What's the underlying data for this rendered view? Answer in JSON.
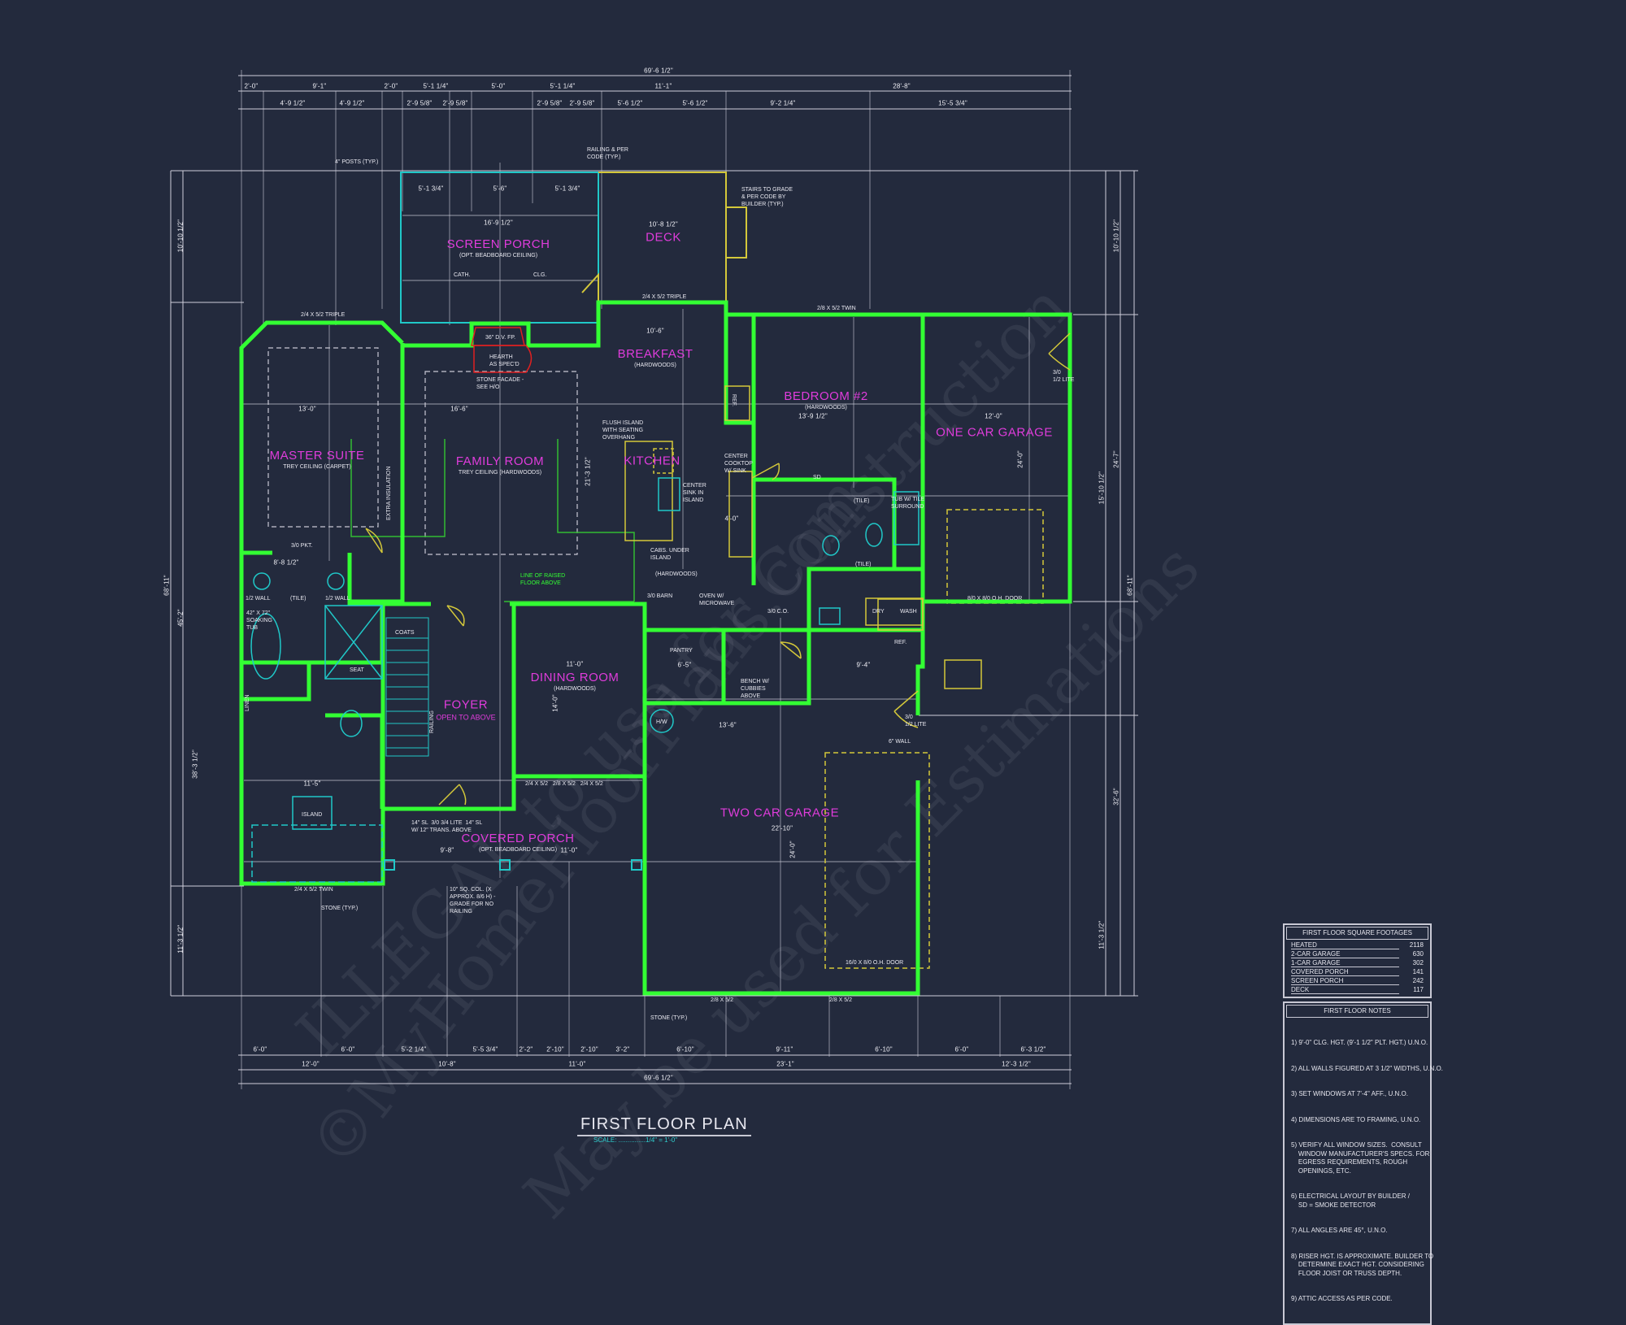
{
  "colors": {
    "background": "#232a3d",
    "walls": "#33ff33",
    "room_labels": "#e03cdc",
    "fixtures": "#d4c83a",
    "plumbing": "#20c8c8",
    "dimensions": "#e8e8f0",
    "fireplace": "#e02020"
  },
  "watermark": [
    "©MyHomeFloorPlans.com",
    "ILLEGAL to use for Construction",
    "May be used for Estimations"
  ],
  "title": "FIRST FLOOR PLAN",
  "scale": "SCALE: ...............1/4\" = 1'-0\"",
  "rooms": [
    {
      "name": "SCREEN PORCH",
      "sub": "(OPT. BEADBOARD CEILING)"
    },
    {
      "name": "DECK",
      "sub": ""
    },
    {
      "name": "BREAKFAST",
      "sub": "(HARDWOODS)"
    },
    {
      "name": "BEDROOM #2",
      "sub": "(HARDWOODS)"
    },
    {
      "name": "ONE CAR GARAGE",
      "sub": ""
    },
    {
      "name": "MASTER SUITE",
      "sub": "TREY CEILING (CARPET)"
    },
    {
      "name": "FAMILY ROOM",
      "sub": "TREY CEILING (HARDWOODS)"
    },
    {
      "name": "KITCHEN",
      "sub": ""
    },
    {
      "name": "FOYER",
      "sub": "OPEN TO ABOVE"
    },
    {
      "name": "DINING ROOM",
      "sub": "(HARDWOODS)"
    },
    {
      "name": "TWO CAR GARAGE",
      "sub": ""
    },
    {
      "name": "COVERED PORCH",
      "sub": "(OPT. BEADBOARD CEILING)"
    }
  ],
  "dims_top": {
    "overall": "69'-6 1/2\"",
    "row2": [
      "2'-0\"",
      "9'-1\"",
      "2'-0\"",
      "5'-1 1/4\"",
      "5'-0\"",
      "5'-1 1/4\"",
      "11'-1\"",
      "28'-8\""
    ],
    "row3": [
      "4'-9 1/2\"",
      "4'-9 1/2\"",
      "2'-9 5/8\"",
      "2'-9 5/8\"",
      "2'-9 5/8\"",
      "2'-9 5/8\"",
      "5'-6 1/2\"",
      "5'-6 1/2\"",
      "9'-2 1/4\"",
      "15'-5 3/4\""
    ]
  },
  "dims_bottom": {
    "row1": [
      "6'-0\"",
      "6'-0\"",
      "5'-2 1/4\"",
      "5'-5 3/4\"",
      "2'-2\"",
      "2'-10\"",
      "2'-10\"",
      "3'-2\"",
      "6'-10\"",
      "9'-11\"",
      "6'-10\"",
      "6'-0\"",
      "6'-3 1/2\""
    ],
    "row2": [
      "12'-0\"",
      "10'-8\"",
      "11'-0\"",
      "23'-1\"",
      "12'-3 1/2\""
    ],
    "overall": "69'-6 1/2\""
  },
  "dims_left": [
    "10'-10 1/2\"",
    "68'-11\"",
    "45'-2\"",
    "38'-3 1/2\"",
    "11'-3 1/2\""
  ],
  "dims_right": [
    "10'-10 1/2\"",
    "68'-11\"",
    "24'-7\"",
    "15'-10 1/2\"",
    "32'-6\"",
    "11'-3 1/2\""
  ],
  "dims_interior": [
    "16'-9 1/2\"",
    "5'-1 3/4\"",
    "5'-6\"",
    "5'-1 3/4\"",
    "10'-8 1/2\"",
    "10'-6\"",
    "13'-0\"",
    "16'-6\"",
    "13'-9 1/2\"",
    "12'-0\"",
    "24'-0\"",
    "11'-0\"",
    "14'-0\"",
    "22'-10\"",
    "24'-0\"",
    "13'-6\"",
    "9'-8\"",
    "11'-0\"",
    "21'-3 1/2\"",
    "8'-8 1/2\"",
    "11'-5\"",
    "9'-4\"",
    "6'-5\"",
    "4'-0\""
  ],
  "notes": [
    "36\" D.V. FP.",
    "HEARTH\nAS SPEC'D",
    "STONE FACADE -\nSEE H/O",
    "FLUSH ISLAND\nWITH SEATING\nOVERHANG",
    "CENTER\nSINK IN\nISLAND",
    "CENTER\nCOOKTOP\nW/ SINK",
    "CABS. UNDER\nISLAND",
    "(HARDWOODS)",
    "LINE OF RAISED\nFLOOR ABOVE",
    "EXTRA INSULATION",
    "STAIRS TO GRADE\n& PER CODE BY\nBUILDER (TYP.)",
    "RAILING & PER\nCODE (TYP.)",
    "4\" POSTS (TYP.)",
    "2/4 X 5/2 TRIPLE",
    "2/4 X 5/2 TRIPLE",
    "2/8 X 5/2 TWIN",
    "3/0\n1/2 LITE",
    "(TILE)",
    "TUB W/ TILE\nSURROUND",
    "REF.",
    "DRY",
    "WASH",
    "PANTRY",
    "OVEN W/\nMICROWAVE",
    "BENCH W/\nCUBBIES\nABOVE",
    "3/0 BARN",
    "3/0 C.O.",
    "H/W",
    "6\" WALL",
    "16/0 X 8/0 O.H. DOOR",
    "8/0 X 8/0 O.H. DOOR",
    "COATS",
    "SEAT",
    "42\" X 72\"\nSOAKING\nTUB",
    "ISLAND",
    "STONE (TYP.)",
    "10\" SQ. COL. (X\nAPPROX. 8/6 H) -\nGRADE FOR NO\nRAILING",
    "2/4 X 5/2 TWIN",
    "RAILING",
    "CATH.",
    "CLG.",
    "1/2 WALL",
    "1/2 WALL",
    "LINEN",
    "3/0 PKT.",
    "SD",
    "(TILE)",
    "2/8 X 5/2",
    "2/8 X 5/2",
    "STONE (TYP.)",
    "3/0\n1/2 LITE",
    "14\" SL  3/0 3/4 LITE  14\" SL\nW/ 12\" TRANS. ABOVE",
    "2/4 X 5/2   2/8 X 5/2   2/4 X 5/2",
    "(TILE)",
    "REF."
  ],
  "square_footages": {
    "title": "FIRST FLOOR SQUARE FOOTAGES",
    "rows": [
      {
        "label": "HEATED",
        "value": "2118"
      },
      {
        "label": "2-CAR GARAGE",
        "value": "630"
      },
      {
        "label": "1-CAR GARAGE",
        "value": "302"
      },
      {
        "label": "COVERED PORCH",
        "value": "141"
      },
      {
        "label": "SCREEN PORCH",
        "value": "242"
      },
      {
        "label": "DECK",
        "value": "117"
      }
    ]
  },
  "floor_notes": {
    "title": "FIRST FLOOR NOTES",
    "items": [
      "1) 9'-0\" CLG. HGT. (9'-1 1/2\" PLT. HGT.) U.N.O.",
      "2) ALL WALLS FIGURED AT 3 1/2\" WIDTHS, U.N.O.",
      "3) SET WINDOWS AT 7'-4\" AFF., U.N.O.",
      "4) DIMENSIONS ARE TO FRAMING, U.N.O.",
      "5) VERIFY ALL WINDOW SIZES.  CONSULT\n    WINDOW MANUFACTURER'S SPECS. FOR\n    EGRESS REQUIREMENTS, ROUGH\n    OPENINGS, ETC.",
      "6) ELECTRICAL LAYOUT BY BUILDER /\n    SD = SMOKE DETECTOR",
      "7) ALL ANGLES ARE 45°, U.N.O.",
      "8) RISER HGT. IS APPROXIMATE. BUILDER TO\n    DETERMINE EXACT HGT. CONSIDERING\n    FLOOR JOIST OR TRUSS DEPTH.",
      "9) ATTIC ACCESS AS PER CODE."
    ]
  }
}
